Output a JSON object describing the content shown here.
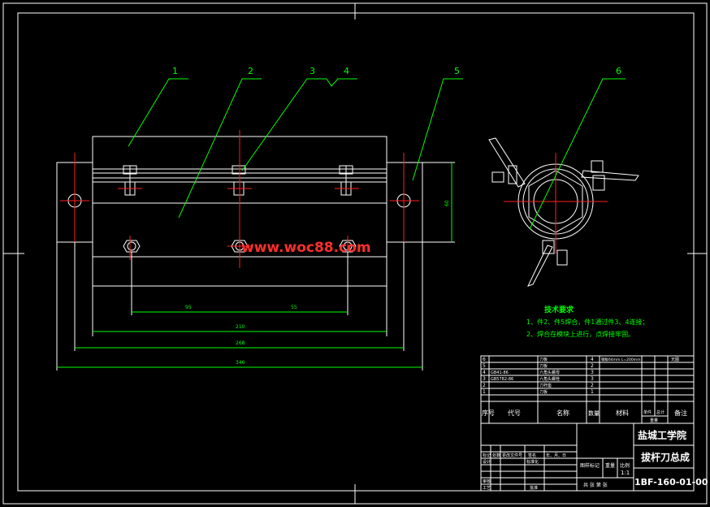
{
  "callouts": [
    "1",
    "2",
    "3",
    "4",
    "5",
    "6"
  ],
  "watermark": "www.woc88.com",
  "dimensions": {
    "left_spacing": "95",
    "right_spacing": "55",
    "overall_1": "210",
    "overall_2": "268",
    "overall_3": "346",
    "height": "60"
  },
  "tech_requirements": {
    "title": "技术要求",
    "line1": "1、件2、件5焊合，件1通过件3、4连接；",
    "line2": "2、焊合在模块上进行，点焊接牢固。"
  },
  "bom": {
    "rows": [
      {
        "no": "6",
        "code": "",
        "name": "刀板",
        "qty": "4",
        "material": "钢板δ4mm L=200mm",
        "note": "无图"
      },
      {
        "no": "5",
        "code": "",
        "name": "刀板",
        "qty": "2",
        "material": "",
        "note": ""
      },
      {
        "no": "4",
        "code": "GB41-86",
        "name": "六角头螺母",
        "qty": "3",
        "material": "",
        "note": ""
      },
      {
        "no": "3",
        "code": "GB5782-86",
        "name": "六角头螺栓",
        "qty": "3",
        "material": "",
        "note": ""
      },
      {
        "no": "2",
        "code": "",
        "name": "刀杆座",
        "qty": "2",
        "material": "",
        "note": ""
      },
      {
        "no": "1",
        "code": "",
        "name": "刀板",
        "qty": "1",
        "material": "",
        "note": ""
      }
    ],
    "header": {
      "no": "序号",
      "code": "代号",
      "name": "名称",
      "qty": "数量",
      "material": "材料",
      "unit_weight": "单件",
      "total_weight": "总计",
      "weight": "重量",
      "note": "备注"
    }
  },
  "title_block": {
    "school": "盐城工学院",
    "drawing_title": "拔杆刀总成",
    "drawing_no": "1BF-160-01-00",
    "scale": "1:1",
    "label_stage": "图样标记",
    "label_weight": "重量",
    "label_scale": "比例",
    "label_sheet": "共  张  第  张",
    "label_mark": "标记",
    "label_count": "处数",
    "label_file": "更改文件号",
    "label_sign": "签名",
    "label_date": "年、月、日",
    "label_designer": "设计",
    "label_standard": "标准化",
    "label_check": "审核",
    "label_process": "工艺",
    "label_approve": "批准"
  }
}
